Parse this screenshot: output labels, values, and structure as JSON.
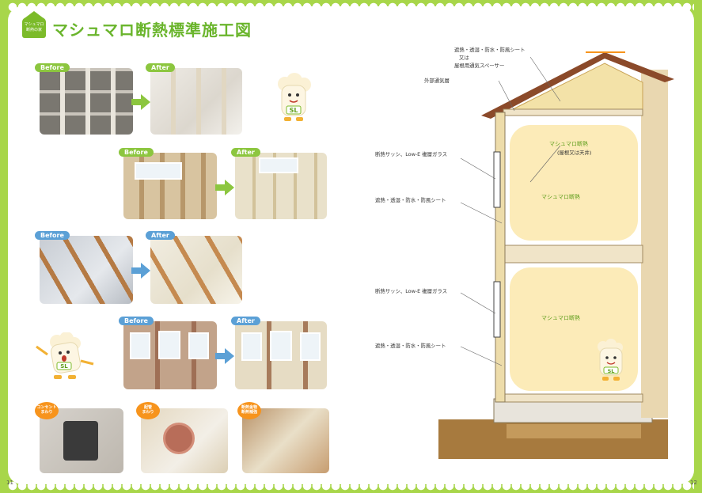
{
  "header": {
    "badge_text": "マシュマロ\n断熱の家",
    "title": "マシュマロ断熱標準施工図"
  },
  "tags": {
    "before": "Before",
    "after": "After"
  },
  "detail_tags": {
    "outlet": "コンセント\nまわり",
    "pipe": "配管\nまわり",
    "corner": "断熱金物\n断熱補強"
  },
  "mascot": {
    "logo_text": "SL"
  },
  "diagram": {
    "labels": {
      "roof_sheet_1": "遮熱・透湿・防水・防風シート",
      "roof_sheet_or": "又は",
      "roof_spacer": "屋根用通気スペーサー",
      "outer_vent": "外部通気層",
      "sash_upper": "断熱サッシ、Low-E 複層ガラス",
      "sheet_upper": "遮熱・透湿・防水・防風シート",
      "sash_lower": "断熱サッシ、Low-E 複層ガラス",
      "sheet_lower": "遮熱・透湿・防水・防風シート",
      "insul_roof": "マシュマロ断熱",
      "insul_roof_sub": "(屋根又は天井)",
      "insul_mid": "マシュマロ断熱",
      "insul_low": "マシュマロ断熱"
    }
  },
  "pages": {
    "left": "11",
    "right": "12"
  }
}
